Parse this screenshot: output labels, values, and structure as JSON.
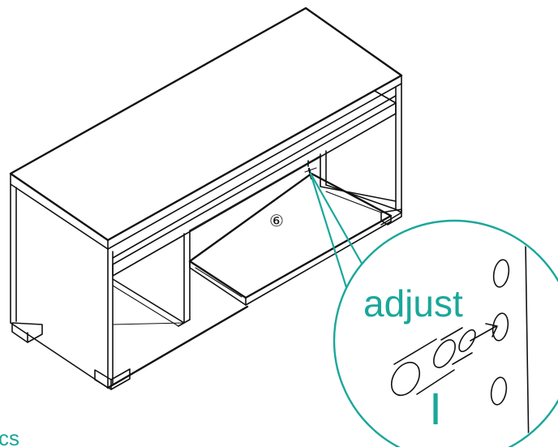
{
  "diagram": {
    "part_number": "⑥",
    "callout_label": "adjust",
    "marker_label": "I",
    "corner_fragment": "cs"
  },
  "colors": {
    "accent": "#1aa79a",
    "ink": "#111111",
    "background": "#ffffff"
  }
}
